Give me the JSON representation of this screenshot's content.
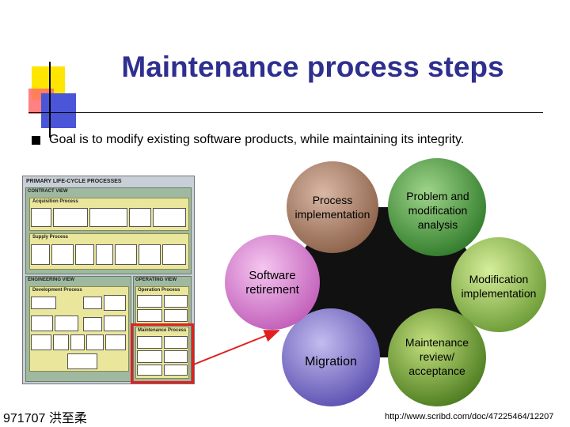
{
  "slide": {
    "title": "Maintenance process steps",
    "bullet": "Goal is to modify existing software products, while maintaining its integrity.",
    "footer_left": "971707 洪至柔",
    "footer_right": "http://www.scribd.com/doc/47225464/12207"
  },
  "lifecycle_figure": {
    "title": "PRIMARY LIFE-CYCLE PROCESSES",
    "contract_view": "CONTRACT VIEW",
    "acquisition": "Acquisition Process",
    "supply": "Supply Process",
    "engineering_view": "ENGINEERING VIEW",
    "development": "Development Process",
    "operating_view": "OPERATING VIEW",
    "operation": "Operation Process",
    "maintenance": "Maintenance Process"
  },
  "cycle": {
    "nodes": [
      {
        "id": "process-implementation",
        "label": "Process implementation",
        "color": "#a37a62"
      },
      {
        "id": "problem-analysis",
        "label": "Problem and modification analysis",
        "color": "#4a9a3e"
      },
      {
        "id": "modification-implementation",
        "label": "Modification implementation",
        "color": "#7fb04a"
      },
      {
        "id": "maintenance-review",
        "label": "Maintenance review/ acceptance",
        "color": "#5d8f2a"
      },
      {
        "id": "migration",
        "label": "Migration",
        "color": "#7d73c9"
      },
      {
        "id": "software-retirement",
        "label": "Software retirement",
        "color": "#d97bd2"
      }
    ]
  },
  "colors": {
    "title": "#2f2f8f",
    "arrow": "#e02020",
    "center": "#111111"
  }
}
